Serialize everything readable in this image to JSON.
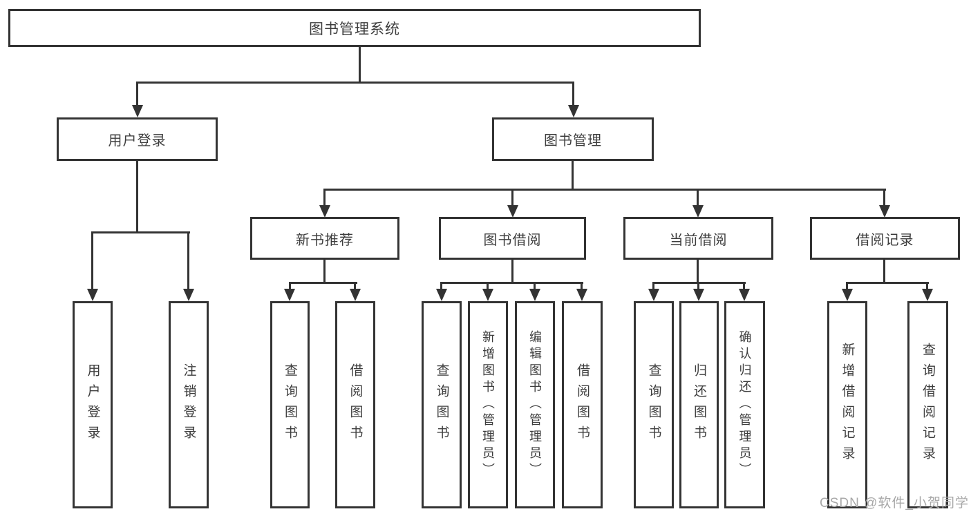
{
  "nodes": {
    "root": "图书管理系统",
    "level2": [
      "用户登录",
      "图书管理"
    ],
    "level3": [
      "新书推荐",
      "图书借阅",
      "当前借阅",
      "借阅记录"
    ],
    "leaves": [
      "用户登录",
      "注销登录",
      "查询图书",
      "借阅图书",
      "查询图书",
      "新增图书（管理员）",
      "编辑图书（管理员）",
      "借阅图书",
      "查询图书",
      "归还图书",
      "确认归还（管理员）",
      "新增借阅记录",
      "查询借阅记录"
    ]
  },
  "watermark": "CSDN @软件_小贺同学",
  "colors": {
    "line": "#333333",
    "text": "#3d3d3d",
    "watermark": "#a8a8a8",
    "background": "#ffffff"
  }
}
